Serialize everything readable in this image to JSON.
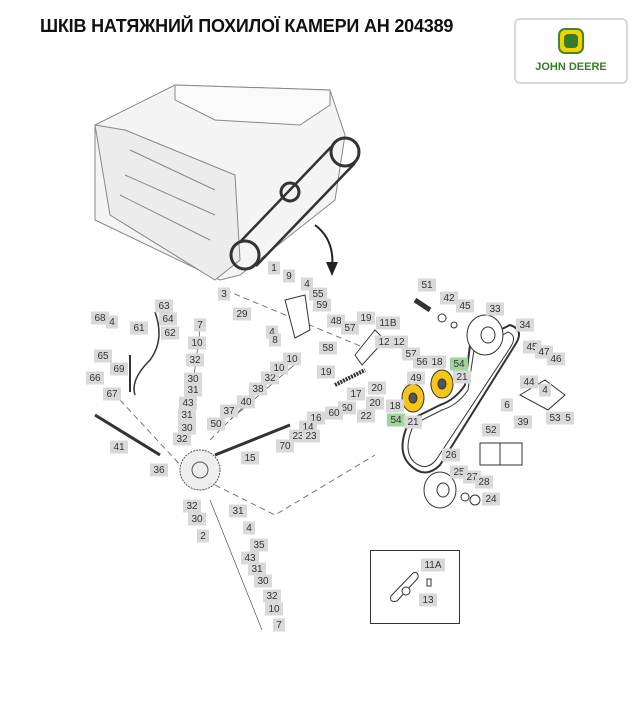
{
  "title": "ШКІВ НАТЯЖНИЙ ПОХИЛОЇ КАМЕРИ AH 204389",
  "logo": {
    "brand": "JOHN DEERE",
    "icon": "deer-logo-icon",
    "colors": {
      "green": "#367c2b",
      "yellow": "#f3d200"
    }
  },
  "highlight_color": "#9fd49a",
  "part_color": "#f5c518",
  "labels": [
    {
      "text": "3"
    },
    {
      "text": "1"
    },
    {
      "text": "9"
    },
    {
      "text": "4"
    },
    {
      "text": "55"
    },
    {
      "text": "29"
    },
    {
      "text": "4"
    },
    {
      "text": "59"
    },
    {
      "text": "48"
    },
    {
      "text": "57"
    },
    {
      "text": "58"
    },
    {
      "text": "8"
    },
    {
      "text": "19"
    },
    {
      "text": "19"
    },
    {
      "text": "11B"
    },
    {
      "text": "12"
    },
    {
      "text": "12"
    },
    {
      "text": "57"
    },
    {
      "text": "56"
    },
    {
      "text": "18"
    },
    {
      "text": "49"
    },
    {
      "text": "54",
      "highlighted": true
    },
    {
      "text": "21"
    },
    {
      "text": "20"
    },
    {
      "text": "20"
    },
    {
      "text": "17"
    },
    {
      "text": "22"
    },
    {
      "text": "18"
    },
    {
      "text": "54",
      "highlighted": true
    },
    {
      "text": "21"
    },
    {
      "text": "60"
    },
    {
      "text": "60"
    },
    {
      "text": "16"
    },
    {
      "text": "14"
    },
    {
      "text": "23"
    },
    {
      "text": "23"
    },
    {
      "text": "70"
    },
    {
      "text": "15"
    },
    {
      "text": "68"
    },
    {
      "text": "4"
    },
    {
      "text": "63"
    },
    {
      "text": "64"
    },
    {
      "text": "61"
    },
    {
      "text": "62"
    },
    {
      "text": "7"
    },
    {
      "text": "10"
    },
    {
      "text": "32"
    },
    {
      "text": "30"
    },
    {
      "text": "31"
    },
    {
      "text": "43"
    },
    {
      "text": "31"
    },
    {
      "text": "30"
    },
    {
      "text": "32"
    },
    {
      "text": "65"
    },
    {
      "text": "69"
    },
    {
      "text": "66"
    },
    {
      "text": "67"
    },
    {
      "text": "41"
    },
    {
      "text": "36"
    },
    {
      "text": "50"
    },
    {
      "text": "37"
    },
    {
      "text": "40"
    },
    {
      "text": "38"
    },
    {
      "text": "32"
    },
    {
      "text": "10"
    },
    {
      "text": "10"
    },
    {
      "text": "51"
    },
    {
      "text": "42"
    },
    {
      "text": "45"
    },
    {
      "text": "33"
    },
    {
      "text": "34"
    },
    {
      "text": "45"
    },
    {
      "text": "47"
    },
    {
      "text": "46"
    },
    {
      "text": "44"
    },
    {
      "text": "4"
    },
    {
      "text": "6"
    },
    {
      "text": "39"
    },
    {
      "text": "53"
    },
    {
      "text": "5"
    },
    {
      "text": "52"
    },
    {
      "text": "26"
    },
    {
      "text": "25"
    },
    {
      "text": "27"
    },
    {
      "text": "28"
    },
    {
      "text": "24"
    },
    {
      "text": "32"
    },
    {
      "text": "30"
    },
    {
      "text": "31"
    },
    {
      "text": "2"
    },
    {
      "text": "4"
    },
    {
      "text": "35"
    },
    {
      "text": "43"
    },
    {
      "text": "31"
    },
    {
      "text": "30"
    },
    {
      "text": "32"
    },
    {
      "text": "10"
    },
    {
      "text": "7"
    },
    {
      "text": "11A"
    },
    {
      "text": "13"
    }
  ]
}
